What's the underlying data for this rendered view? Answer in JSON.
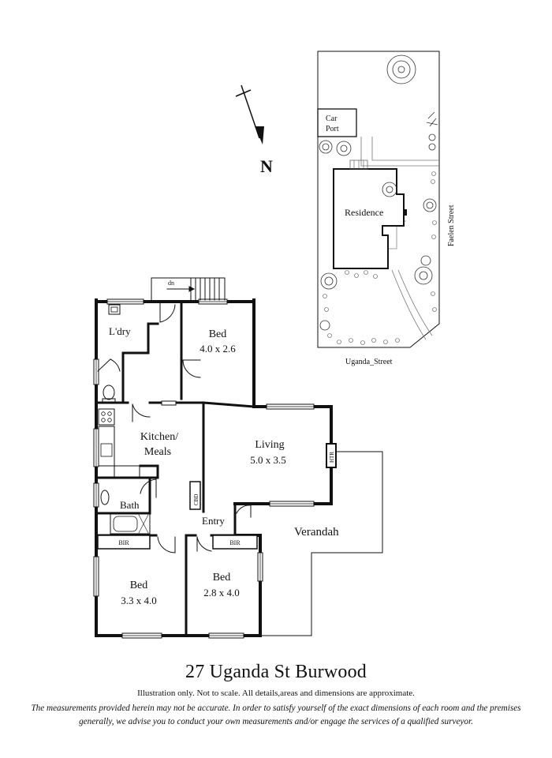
{
  "plan": {
    "compass_letter": "N",
    "stair_label": "dn",
    "rooms": {
      "laundry": "L'dry",
      "bed1": {
        "name": "Bed",
        "size": "4.0 x 2.6"
      },
      "kitchen_line1": "Kitchen/",
      "kitchen_line2": "Meals",
      "living": {
        "name": "Living",
        "size": "5.0 x 3.5"
      },
      "htr": "HTR",
      "cbd": "CBD",
      "bath": "Bath",
      "entry": "Entry",
      "verandah": "Verandah",
      "bir_left": "BIR",
      "bir_right": "BIR",
      "bed2": {
        "name": "Bed",
        "size": "3.3 x 4.0"
      },
      "bed3": {
        "name": "Bed",
        "size": "2.8 x 4.0"
      }
    }
  },
  "site": {
    "car_port_line1": "Car",
    "car_port_line2": "Port",
    "residence": "Residence",
    "street_side": "Faelen Street",
    "street_front": "Uganda_Street"
  },
  "footer": {
    "title": "27 Uganda St Burwood",
    "subtitle": "Illustration only. Not to scale. All details,areas and dimensions are approximate.",
    "disclaimer": "The measurements provided herein may not be accurate. In order to satisfy yourself of the exact dimensions of each room and the premises generally, we advise you to conduct your own measurements and/or engage the services of a qualified surveyor."
  }
}
